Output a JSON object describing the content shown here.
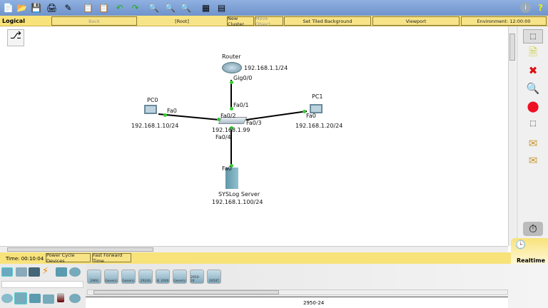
{
  "toolbar": {
    "icons": [
      "new-file-icon",
      "open-folder-icon",
      "save-icon",
      "print-icon",
      "activity-wizard-icon",
      "copy-icon",
      "paste-icon",
      "undo-icon",
      "redo-icon",
      "zoom-in-icon",
      "zoom-reset-icon",
      "zoom-out-icon",
      "palette-icon",
      "custom-device-icon"
    ],
    "info_icon": "info-icon",
    "help_icon": "help-icon"
  },
  "workspace_bar": {
    "mode": "Logical",
    "back": "Back",
    "root": "[Root]",
    "new_cluster": "New Cluster",
    "move_object": "Move Object",
    "set_tiled_background": "Set Tiled Background",
    "viewport": "Viewport",
    "environment": "Environment: 12:00:00"
  },
  "topology": {
    "router": {
      "name": "Router",
      "ip": "192.168.1.1/24",
      "port": "Gig0/0"
    },
    "switch": {
      "ip": "192.168.1.99",
      "ports": {
        "router": "Fa0/1",
        "pc0": "Fa0/2",
        "pc1": "Fa0/3",
        "server": "Fa0/4"
      }
    },
    "pc0": {
      "name": "PC0",
      "ip": "192.168.1.10/24",
      "port": "Fa0"
    },
    "pc1": {
      "name": "PC1",
      "ip": "192.168.1.20/24",
      "port": "Fa0"
    },
    "server": {
      "name": "SYSLog Server",
      "ip": "192.168.1.100/24",
      "port": "Fa0"
    },
    "link_color": "#000000",
    "port_status_color": "#33cc33"
  },
  "right_tools": [
    "select-icon",
    "note-icon",
    "delete-icon",
    "inspect-icon",
    "draw-shape-icon",
    "resize-icon",
    "simple-pdu-icon",
    "complex-pdu-icon"
  ],
  "status_bar": {
    "time": "Time: 00:10:04",
    "power_cycle": "Power Cycle Devices",
    "fast_forward": "Fast Forward Time",
    "mode": "Realtime"
  },
  "device_panel": {
    "devices": [
      "2960",
      "Generic",
      "Generic",
      "2924S",
      "IE 2000",
      "Generic",
      "2950-24",
      "2950T"
    ],
    "selected_label": "2950-24"
  }
}
